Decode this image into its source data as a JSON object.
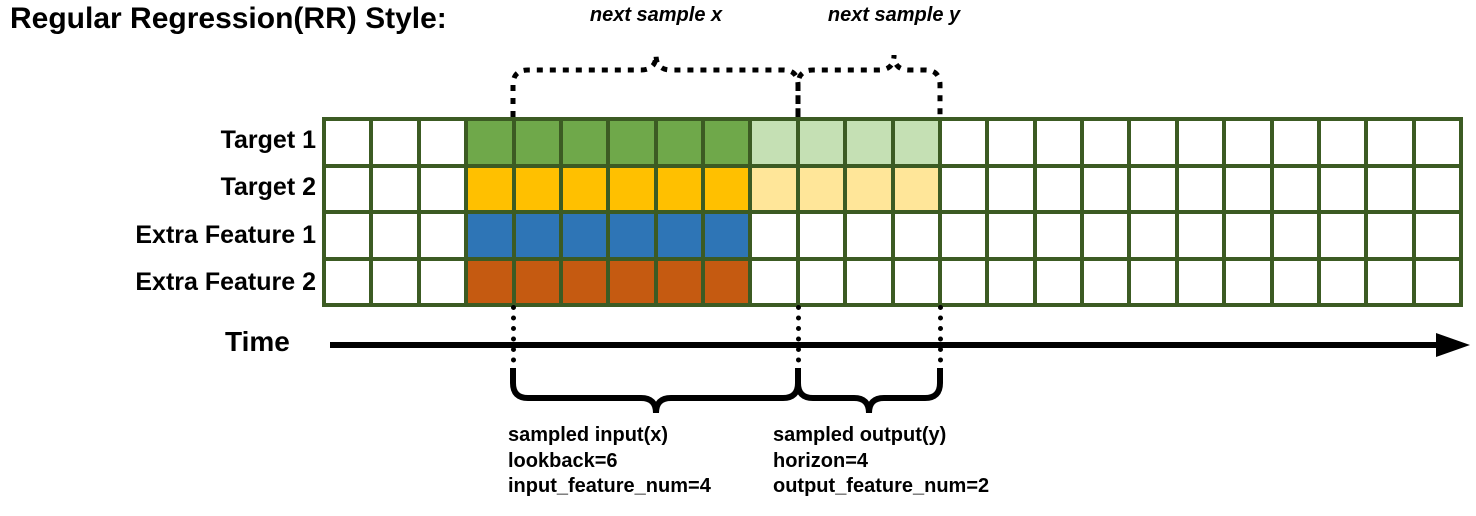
{
  "title": "Regular Regression(RR) Style:",
  "top_brackets": [
    {
      "label": "next sample x"
    },
    {
      "label": "next sample y"
    }
  ],
  "rows": [
    {
      "label": "Target 1",
      "color": "#6FA84A",
      "light_color": "#C5E0B4",
      "has_output": true
    },
    {
      "label": "Target 2",
      "color": "#FFC000",
      "light_color": "#FFE699",
      "has_output": true
    },
    {
      "label": "Extra Feature 1",
      "color": "#2E75B6",
      "light_color": null,
      "has_output": false
    },
    {
      "label": "Extra Feature 2",
      "color": "#C55A11",
      "light_color": null,
      "has_output": false
    }
  ],
  "grid": {
    "columns": 24,
    "rows": 4,
    "lead_blank_columns": 3,
    "input_columns": 6,
    "output_columns": 4,
    "border_color": "#3C5B23"
  },
  "axis": {
    "label": "Time"
  },
  "captions": [
    {
      "lines": [
        "sampled input(x)",
        "lookback=6",
        "input_feature_num=4"
      ]
    },
    {
      "lines": [
        "sampled output(y)",
        "horizon=4",
        "output_feature_num=2"
      ]
    }
  ]
}
